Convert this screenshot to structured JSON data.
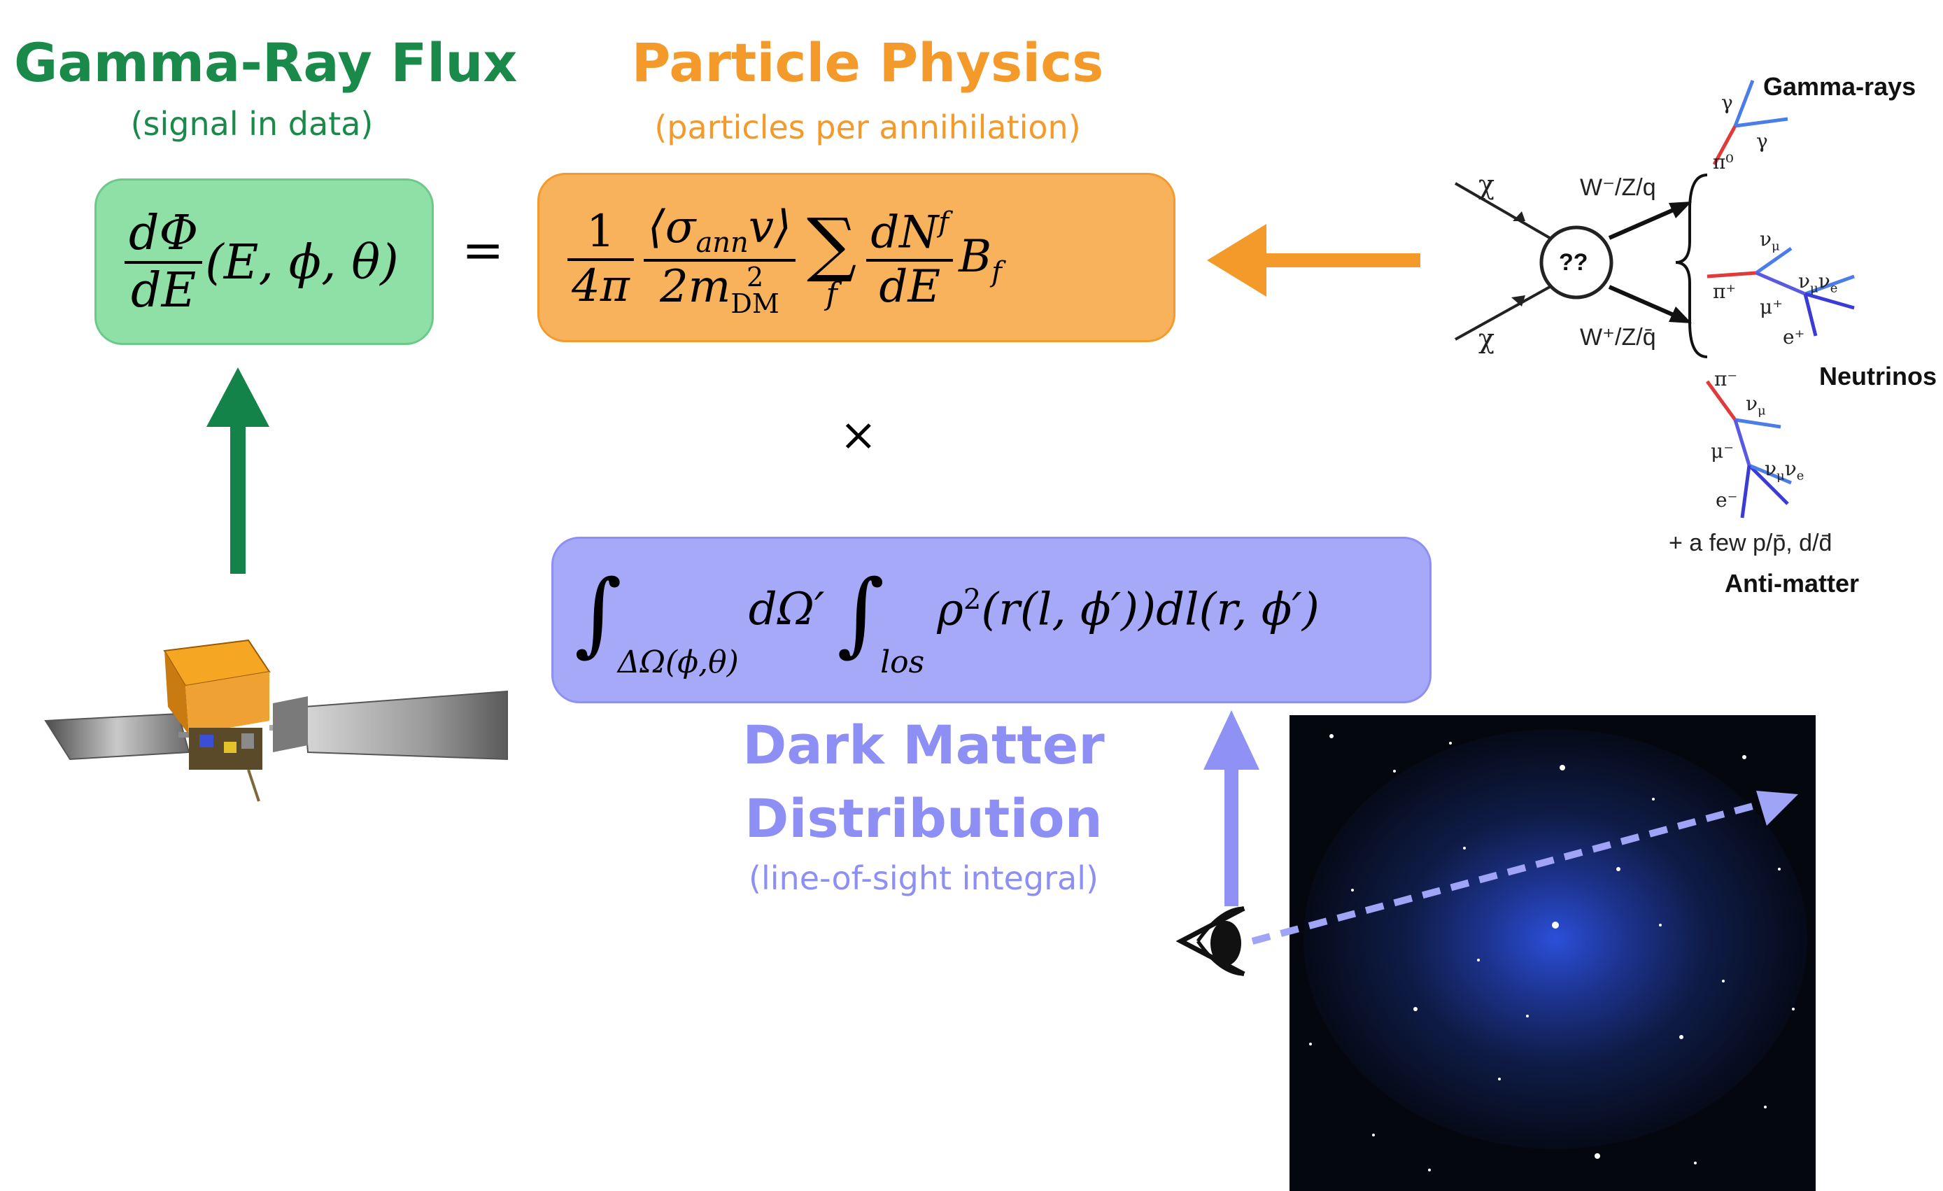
{
  "headers": {
    "flux_title": "Gamma-Ray Flux",
    "flux_sub": "(signal in data)",
    "particle_title": "Particle Physics",
    "particle_sub": "(particles per annihilation)",
    "dm_title_1": "Dark Matter",
    "dm_title_2": "Distribution",
    "dm_sub": "(line-of-sight integral)"
  },
  "colors": {
    "green": "#1a8a4a",
    "green_box": "#8fe0a6",
    "orange": "#f39a2b",
    "orange_box": "#f9b25c",
    "purple": "#8e8ff5",
    "purple_box": "#a6a8f8",
    "arrow_orange": "#f39a2b",
    "arrow_green": "#14834a",
    "arrow_purple": "#8f92f4"
  },
  "equation": {
    "lhs_num": "dΦ",
    "lhs_den": "dE",
    "lhs_args": "(E, ϕ, θ)",
    "equals": "=",
    "one": "1",
    "four_pi": "4π",
    "sigma_v": "⟨σ",
    "sigma_sub": "ann",
    "sigma_end": "v⟩",
    "two_m": "2m",
    "m_sup": "2",
    "m_sub": "DM",
    "sum": "∑",
    "sum_index": "f",
    "dN": "dN",
    "dN_sup": "f",
    "dE": "dE",
    "B": "B",
    "B_sub": "f",
    "times": "×",
    "int1": "∫",
    "int1_sub": "ΔΩ(ϕ,θ)",
    "dOmega": "dΩ′",
    "int2": "∫",
    "int2_sub": "los",
    "rho": "ρ",
    "rho_sup": "2",
    "integrand": "(r(l, ϕ′))dl(r, ϕ′)"
  },
  "feynman": {
    "chi_top": "χ",
    "chi_bottom": "χ",
    "vertex": "??",
    "w_top": "W⁻/Z/q",
    "w_bottom": "W⁺/Z/q̄",
    "pi0": "π⁰",
    "gamma_1": "γ",
    "gamma_2": "γ",
    "gamma_rays": "Gamma-rays",
    "pi_plus": "π⁺",
    "nu_mu_1": "ν",
    "nu_mu_sub": "μ",
    "mu_plus": "μ⁺",
    "nu_mu_nu_e_1": "ν",
    "e_plus": "e⁺",
    "neutrinos": "Neutrinos",
    "pi_minus": "π⁻",
    "nu_mu_2": "ν",
    "mu_minus": "μ⁻",
    "nu_mu_nu_e_2": "ν",
    "e_minus": "e⁻",
    "antimatter_note": "+ a few p/p̄, d/d̄",
    "antimatter": "Anti-matter"
  }
}
